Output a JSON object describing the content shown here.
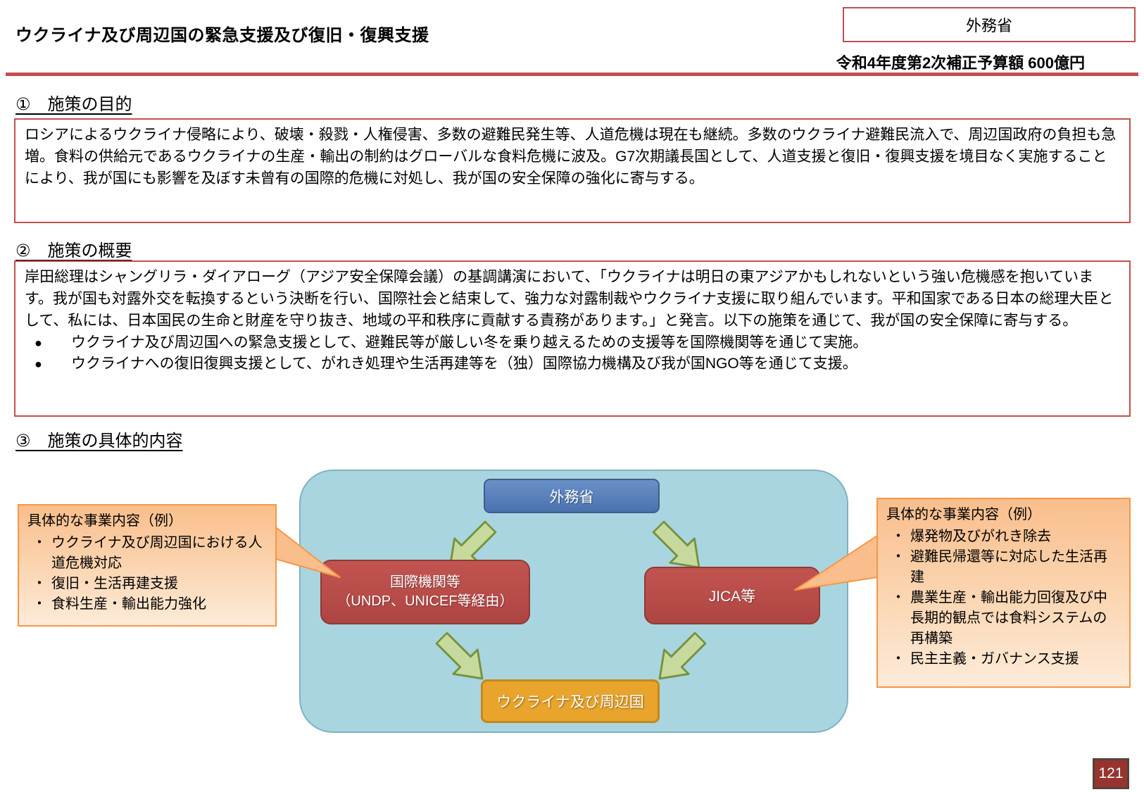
{
  "header": {
    "title": "ウクライナ及び周辺国の緊急支援及び復旧・復興支援",
    "ministry": "外務省",
    "budget": "令和4年度第2次補正予算額 600億円"
  },
  "section1": {
    "heading": "①　施策の目的",
    "body": "ロシアによるウクライナ侵略により、破壊・殺戮・人権侵害、多数の避難民発生等、人道危機は現在も継続。多数のウクライナ避難民流入で、周辺国政府の負担も急増。食料の供給元であるウクライナの生産・輸出の制約はグローバルな食料危機に波及。G7次期議長国として、人道支援と復旧・復興支援を境目なく実施することにより、我が国にも影響を及ぼす未曾有の国際的危機に対処し、我が国の安全保障の強化に寄与する。"
  },
  "section2": {
    "heading": "②　施策の概要",
    "bullet_char": "●",
    "paragraph": "岸田総理はシャングリラ・ダイアローグ（アジア安全保障会議）の基調講演において、「ウクライナは明日の東アジアかもしれないという強い危機感を抱いています。我が国も対露外交を転換するという決断を行い、国際社会と結束して、強力な対露制裁やウクライナ支援に取り組んでいます。平和国家である日本の総理大臣として、私には、日本国民の生命と財産を守り抜き、地域の平和秩序に貢献する責務があります。」と発言。以下の施策を通じて、我が国の安全保障に寄与する。",
    "bullets": [
      "ウクライナ及び周辺国への緊急支援として、避難民等が厳しい冬を乗り越えるための支援等を国際機関等を通じて実施。",
      "ウクライナへの復旧復興支援として、がれき処理や生活再建等を（独）国際協力機構及び我が国NGO等を通じて支援。"
    ]
  },
  "section3": {
    "heading": "③　施策の具体的内容",
    "bullet_char": "・",
    "diagram": {
      "top_box": "外務省",
      "intl_org_line1": "国際機関等",
      "intl_org_line2": "（UNDP、UNICEF等経由）",
      "jica_box": "JICA等",
      "bottom_box": "ウクライナ及び周辺国"
    },
    "left_callout": {
      "title": "具体的な事業内容（例）",
      "items": [
        "ウクライナ及び周辺国における人道危機対応",
        "復旧・生活再建支援",
        "食料生産・輸出能力強化"
      ]
    },
    "right_callout": {
      "title": "具体的な事業内容（例）",
      "items": [
        "爆発物及びがれき除去",
        "避難民帰還等に対応した生活再建",
        "農業生産・輸出能力回復及び中長期的観点では食料システムの再構築",
        "民主主義・ガバナンス支援"
      ]
    }
  },
  "page_number": "121",
  "colors": {
    "accent_red": "#C0504D",
    "pool_blue": "#A9D5E0",
    "node_blue": "#4A72AE",
    "node_red": "#B84B48",
    "node_orange": "#E9A42C",
    "arrow_green_fill": "#C6DA9E",
    "arrow_green_stroke": "#76923C",
    "callout_orange_border": "#F79646",
    "page_box_red": "#97342F"
  }
}
